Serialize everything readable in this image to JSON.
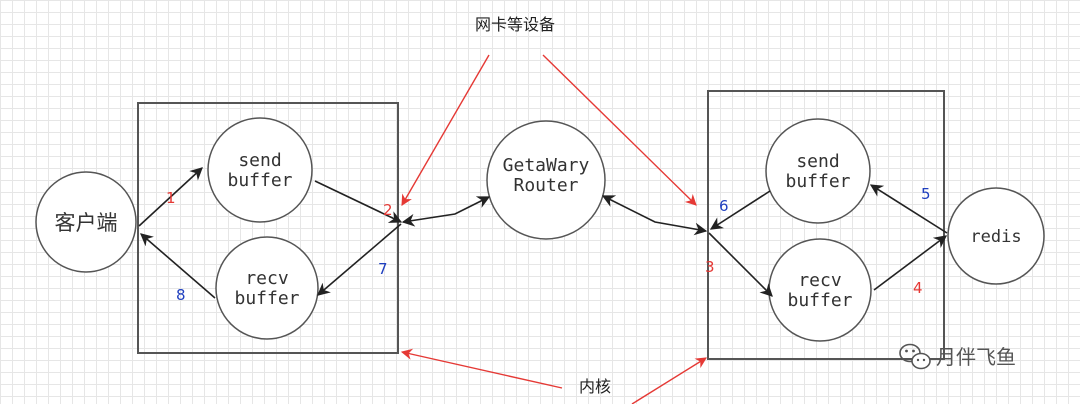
{
  "colors": {
    "black": "#333333",
    "red": "#e53935",
    "blue": "#1f3fbf",
    "grid": "#e6e6e6",
    "watermark": "#555555"
  },
  "labels": {
    "nic_devices": "网卡等设备",
    "kernel": "内核",
    "client": "客户端",
    "gateway_line1": "GetaWary",
    "gateway_line2": "Router",
    "redis": "redis",
    "left_send_1": "send",
    "left_send_2": "buffer",
    "left_recv_1": "recv",
    "left_recv_2": "buffer",
    "right_send_1": "send",
    "right_send_2": "buffer",
    "right_recv_1": "recv",
    "right_recv_2": "buffer"
  },
  "steps": {
    "s1": "1",
    "s2": "2",
    "s3": "3",
    "s4": "4",
    "s5": "5",
    "s6": "6",
    "s7": "7",
    "s8": "8"
  },
  "watermark": {
    "icon": "wechat-icon",
    "text": "月伴飞鱼"
  }
}
